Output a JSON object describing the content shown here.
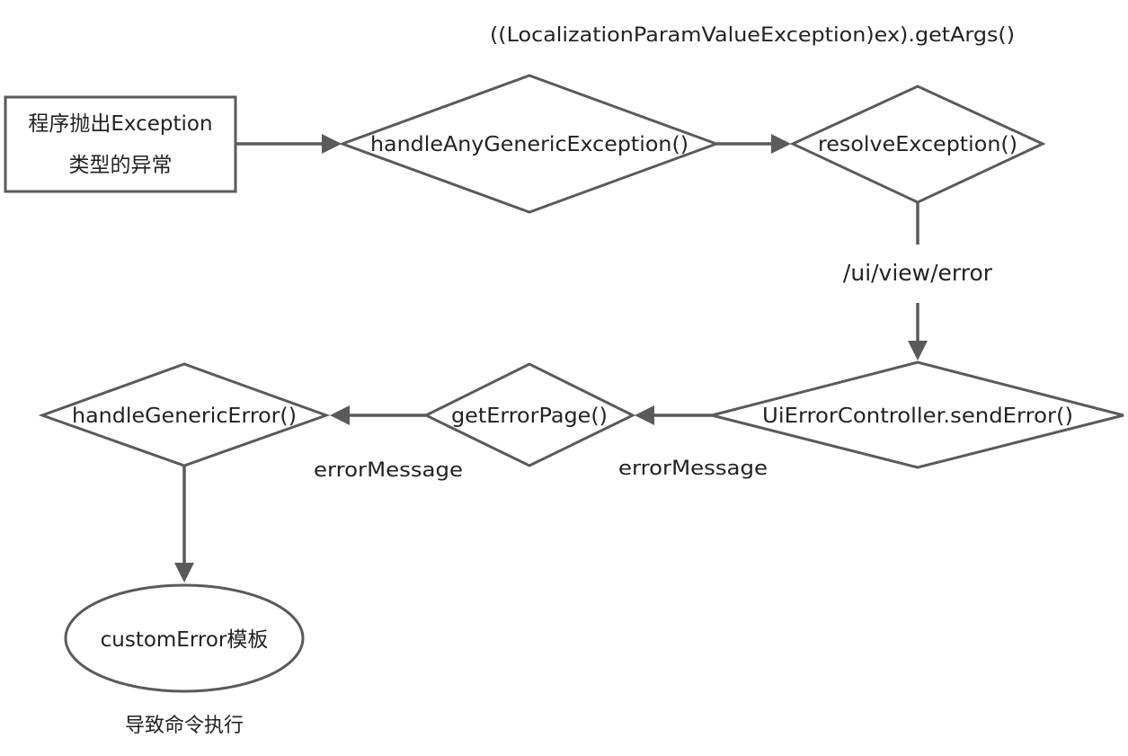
{
  "nodes": {
    "start": {
      "line1": "程序抛出Exception",
      "line2": "类型的异常"
    },
    "handle_any": {
      "label": "handleAnyGenericException()"
    },
    "resolve": {
      "label": "resolveException()"
    },
    "send_error": {
      "label": "UiErrorController.sendError()"
    },
    "get_error_page": {
      "label": "getErrorPage()"
    },
    "handle_generic": {
      "label": "handleGenericError()"
    },
    "template": {
      "label": "customError模板"
    }
  },
  "edge_labels": {
    "get_args": "((LocalizationParamValueException)ex).getArgs()",
    "ui_view_error": "/ui/view/error",
    "error_message_right": "errorMessage",
    "error_message_left": "errorMessage",
    "result": "导致命令执行"
  },
  "colors": {
    "stroke": "#5a5a5a",
    "text": "#222222",
    "background": "#ffffff"
  }
}
